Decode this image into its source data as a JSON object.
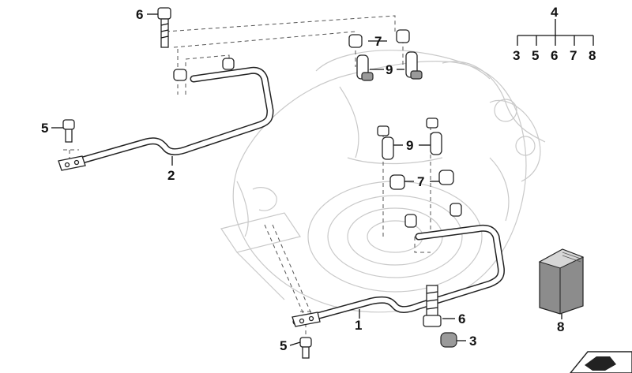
{
  "callouts": {
    "c1": "1",
    "c2": "2",
    "c3": "3",
    "c4": "4",
    "c5_top": "5",
    "c5_bottom": "5",
    "c6_top": "6",
    "c6_bottom": "6",
    "c7_top": "7",
    "c7_mid": "7",
    "c8": "8",
    "c9_top": "9",
    "c9_mid": "9"
  },
  "tree": {
    "root": "4",
    "children": [
      "3",
      "5",
      "6",
      "7",
      "8"
    ]
  },
  "icons": [
    "booklet-icon",
    "arrow-icon"
  ]
}
